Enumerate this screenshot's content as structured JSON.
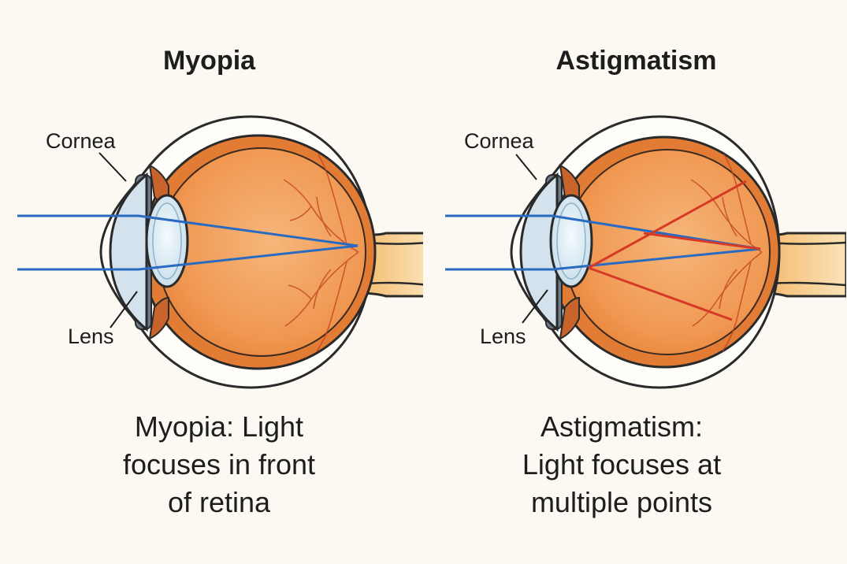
{
  "panels": [
    {
      "title": "Myopia",
      "labels": {
        "cornea": "Cornea",
        "lens": "Lens"
      },
      "caption": {
        "lead": "Myopia:",
        "rest": " Light\nfocuses in front\nof retina"
      },
      "focus": "in-front-of-retina"
    },
    {
      "title": "Astigmatism",
      "labels": {
        "cornea": "Cornea",
        "lens": "Lens"
      },
      "caption": {
        "lead": "Astigmatism:",
        "rest": "\nLight focuses at\nmultiple points"
      },
      "focus": "multiple-points"
    }
  ],
  "colors": {
    "background": "#fcf9f3",
    "sclera": "#e07c32",
    "eye_inner": "#f0a15e",
    "light_ray_blue": "#2a6bc2",
    "light_ray_red": "#d63a26",
    "cornea": "#d3e2ec",
    "lens": "#e7f3fb",
    "optic_nerve": "#f9d59c"
  }
}
